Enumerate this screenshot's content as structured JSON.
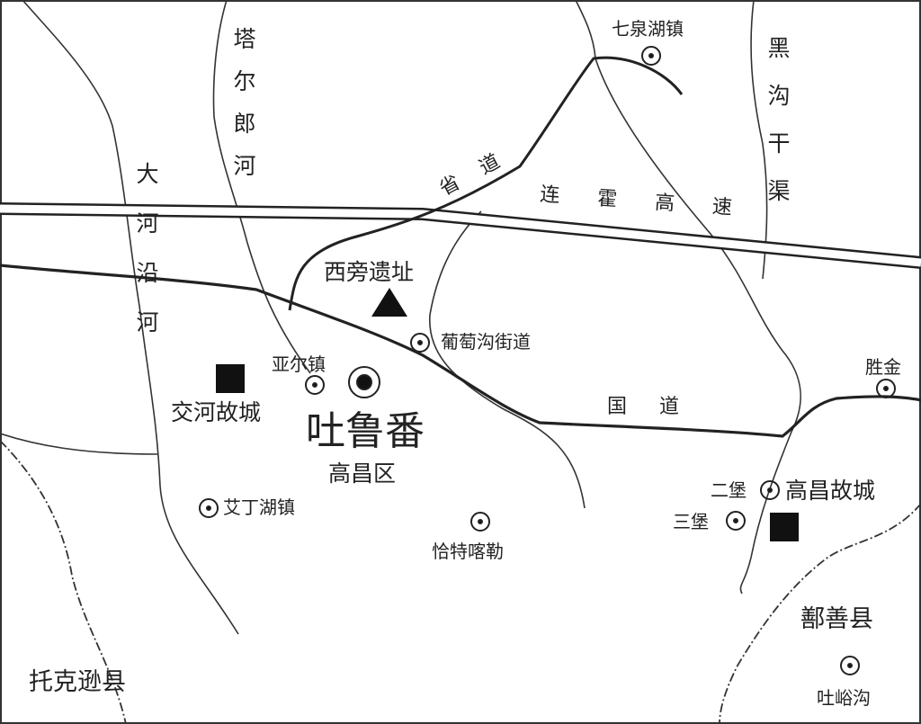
{
  "title": "吐鲁番高昌区地图",
  "colors": {
    "line": "#222222",
    "background": "#ffffff"
  },
  "rivers": {
    "talang": "塔尔郎河",
    "daheyan": "大河沿河",
    "heigou": "黑沟干渠"
  },
  "roads": {
    "expressway": "连霍高速",
    "provincial": "省道",
    "national": "国道"
  },
  "sites": {
    "xipang": "西旁遗址",
    "jiaohe": "交河故城",
    "gaochang": "高昌故城"
  },
  "city": {
    "name": "吐鲁番",
    "district": "高昌区"
  },
  "towns": {
    "qiquanhu": "七泉湖镇",
    "putaogou": "葡萄沟街道",
    "yaer": "亚尔镇",
    "shengjin": "胜金",
    "aidinghu": "艾丁湖镇",
    "qiatekale": "恰特喀勒",
    "erpu": "二堡",
    "sanpu": "三堡",
    "tuyugou": "吐峪沟"
  },
  "counties": {
    "toksun": "托克逊县",
    "shanshan": "鄯善县"
  }
}
